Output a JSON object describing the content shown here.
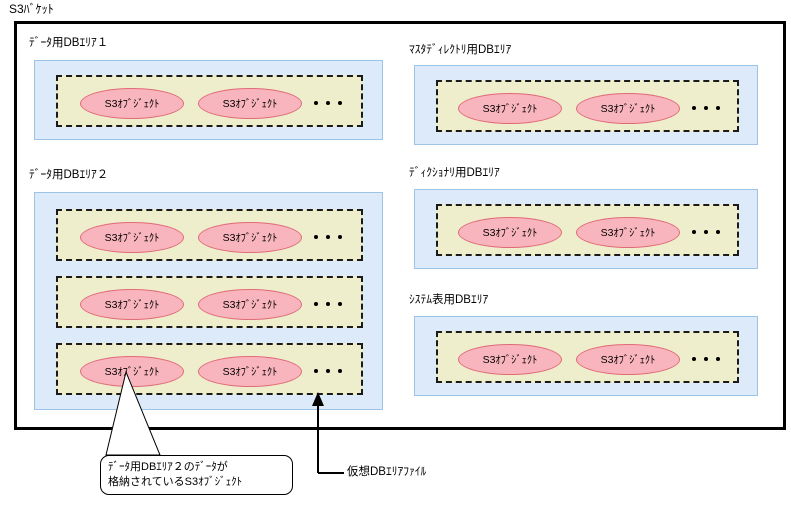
{
  "diagram": {
    "bucket_label": "S3ﾊﾞｹｯﾄ",
    "object_label": "S3ｵﾌﾞｼﾞｪｸﾄ",
    "areas": [
      {
        "id": "data-db-area-1",
        "title": "ﾃﾞｰﾀ用DBｴﾘｱ１",
        "column": "left",
        "rows": 1
      },
      {
        "id": "data-db-area-2",
        "title": "ﾃﾞｰﾀ用DBｴﾘｱ２",
        "column": "left",
        "rows": 3
      },
      {
        "id": "master-directory-db-area",
        "title": "ﾏｽﾀﾃﾞｨﾚｸﾄﾘ用DBｴﾘｱ",
        "column": "right",
        "rows": 1
      },
      {
        "id": "dictionary-db-area",
        "title": "ﾃﾞｨｸｼｮﾅﾘ用DBｴﾘｱ",
        "column": "right",
        "rows": 1
      },
      {
        "id": "system-table-db-area",
        "title": "ｼｽﾃﾑ表用DBｴﾘｱ",
        "column": "right",
        "rows": 1
      }
    ],
    "callouts": {
      "object_note_line1": "ﾃﾞｰﾀ用DBｴﾘｱ２のﾃﾞｰﾀが",
      "object_note_line2": "格納されているS3ｵﾌﾞｼﾞｪｸﾄ",
      "virtual_file_label": "仮想DBｴﾘｱﾌｧｲﾙ"
    },
    "colors": {
      "frame": "#000000",
      "area_fill": "#ddeaf9",
      "area_border": "#9dc3e6",
      "file_fill": "#eeeecc",
      "file_border": "#1a1a1a",
      "object_fill": "#f9b5bd",
      "object_border": "#e06a78"
    }
  }
}
